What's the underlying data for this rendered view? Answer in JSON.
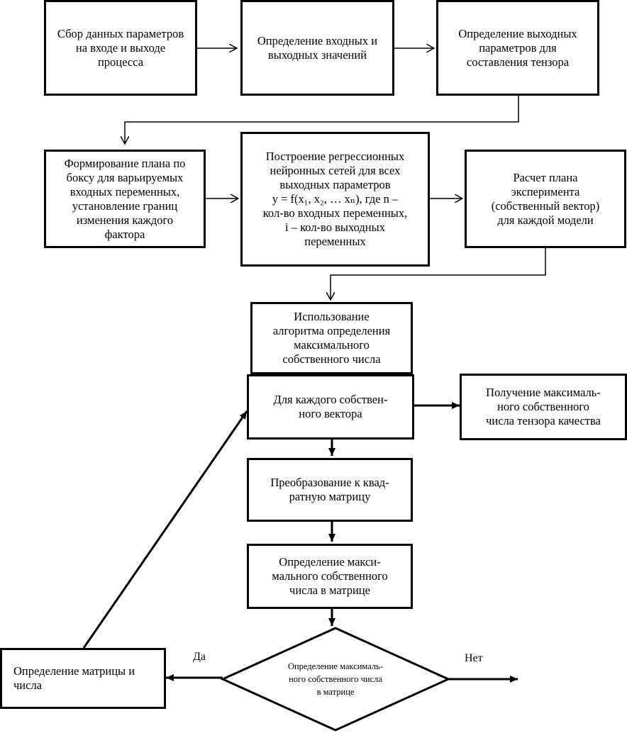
{
  "boxes": {
    "collect": "Сбор данных параметров\nна входе и выходе\nпроцесса",
    "inputs": "Определение входных и\nвыходных значений",
    "outputs": "Определение выходных\nпараметров для\nсоставления тензора",
    "plan": "Формирование плана по\nбоксу для варьируемых\nвходных переменных,\nустановление границ\nизменения каждого\nфактора",
    "regression": "Построение регрессионных\nнейронных сетей для всех\nвыходных параметров\ny = f(x₁, x₂, … xₙ), где n –\nкол-во входных переменных,\ni – кол-во выходных\nпеременных",
    "experiment": "Расчет плана\nэксперимента\n(собственный вектор)\nдля каждой модели",
    "algorithm": "Использование\nалгоритма определения\nмаксимального\nсобственного числа",
    "each_vector": "Для каждого собствен-\nного вектора",
    "max_quality": "Получение максималь-\nного собственного\nчисла тензора качества",
    "square": "Преобразование к квад-\nратную матрицу",
    "max_value": "Определение макси-\nмального собственного\nчисла в матрице",
    "matrix_number": "Определение матрицы и\nчисла"
  },
  "decision": {
    "text": "Определение максималь-\nного собственного числа\nв матрице",
    "yes_label": "Да",
    "no_label": "Нет"
  },
  "colors": {
    "stroke": "#000000",
    "fill": "#ffffff"
  }
}
